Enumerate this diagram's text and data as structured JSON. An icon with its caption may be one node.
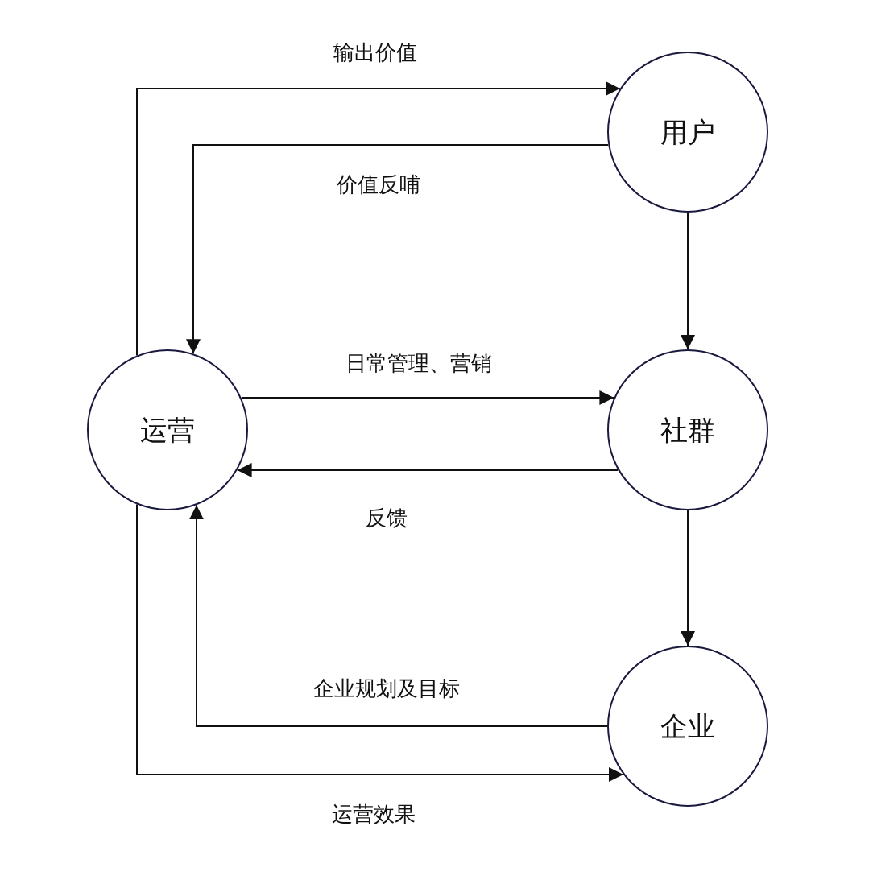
{
  "diagram": {
    "nodes": [
      {
        "text": [
          "用户"
        ]
      },
      {
        "text": [
          "运营"
        ]
      },
      {
        "text": [
          "社群"
        ]
      },
      {
        "text": [
          "企业"
        ]
      }
    ],
    "edges": [
      {
        "from": 1,
        "to": 0,
        "arrow": "to",
        "label": "输出价值"
      },
      {
        "from": 0,
        "to": 1,
        "arrow": "to",
        "label": "价值反哺"
      },
      {
        "from": 0,
        "to": 2,
        "arrow": "to"
      },
      {
        "from": 1,
        "to": 2,
        "arrow": "to",
        "label": "日常管理、营销"
      },
      {
        "from": 2,
        "to": 1,
        "arrow": "to",
        "label": "反馈"
      },
      {
        "from": 2,
        "to": 3,
        "arrow": "to"
      },
      {
        "from": 3,
        "to": 1,
        "arrow": "to",
        "label": "企业规划及目标"
      },
      {
        "from": 1,
        "to": 3,
        "arrow": "to",
        "label": "运营效果"
      }
    ]
  }
}
